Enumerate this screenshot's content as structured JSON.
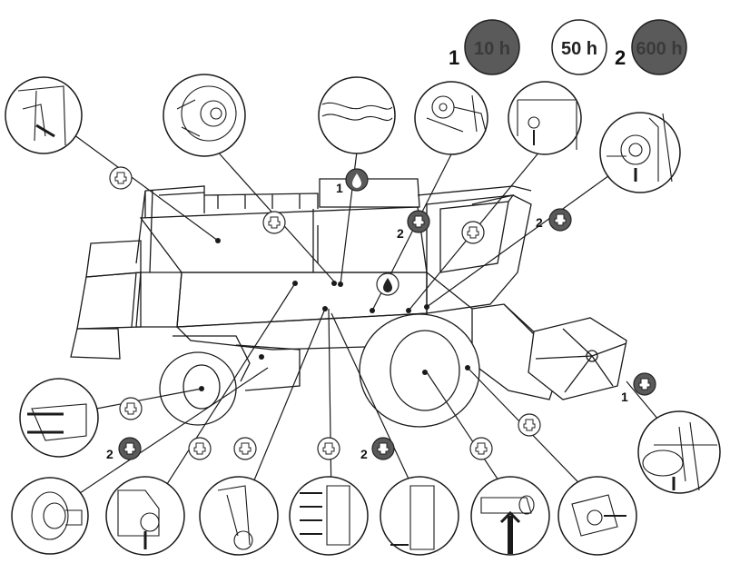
{
  "legend": {
    "items": [
      {
        "number": "1",
        "interval": "10 h",
        "fill": "#5a5a5a"
      },
      {
        "number": "",
        "interval": "50 h",
        "fill": "#ffffff"
      },
      {
        "number": "2",
        "interval": "600 h",
        "fill": "#5a5a5a"
      }
    ]
  },
  "markers": {
    "oil_fill_label": "1",
    "right_grease_label": "2",
    "cab_grease_label": "2",
    "header_grease_label": "1",
    "left_wheel_grease_label": "2",
    "bottom_row_grease_label": "2"
  },
  "colors": {
    "line": "#1a1a1a",
    "dark_marker": "#5a5a5a",
    "light_marker": "#ffffff"
  }
}
